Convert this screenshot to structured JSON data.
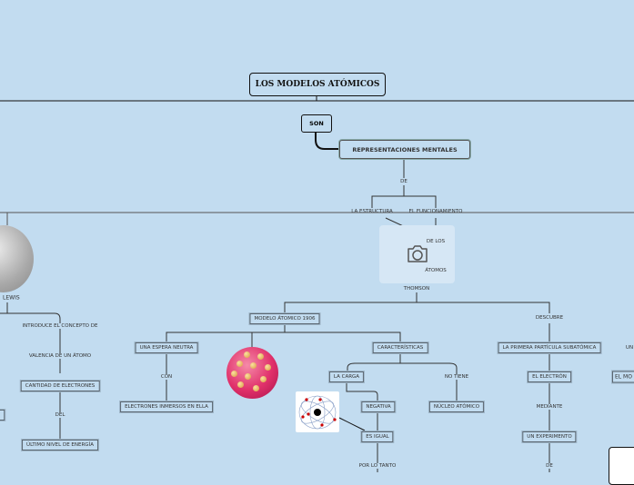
{
  "title": "LOS MODELOS ATÓMICOS",
  "son": "SON",
  "representaciones": "REPRESENTACIONES MENTALES",
  "de": "DE",
  "estructura": "LA ESTRUCTURA",
  "funcionamiento": "EL FUNCIONAMIENTO",
  "de_los": "DE LOS",
  "atomos": "ÁTOMOS",
  "camera_icon": "camera-icon",
  "thomson": {
    "name": "THOMSON",
    "modelo": "MODELO ÁTOMICO 1906",
    "esfera": "UNA ESPERA NEUTRA",
    "con": "CON",
    "electrones": "ELECTRONES INMERSOS EN ELLA",
    "caracteristicas": "CARACTERÍSTICAS",
    "carga": "LA CARGA",
    "negativa": "NEGATIVA",
    "es_igual": "ES IGUAL",
    "por_lo_tanto": "POR LO TANTO",
    "no_tiene": "NO TIENE",
    "nucleo": "NÚCLEO ATÓMICO",
    "descubre": "DESCUBRE",
    "particula": "LA PRIMERA PARTÍCULA SUBATÓMICA",
    "electron": "EL ELECTRÓN",
    "mediante": "MEDIANTE",
    "experimento": "UN EXPERIMENTO",
    "de2": "DE"
  },
  "lewis": {
    "name": "LEWIS",
    "introduce": "INTRODUCE EL CONCEPTO DE",
    "valencia": "VALENCIA DE UN ÁTOMO",
    "cantidad": "CANTIDAD DE ELECTRONES",
    "del": "DEL",
    "ultimo": "ÚLTIMO NIVEL DE ENERGÍA",
    "partial_box": "S"
  },
  "right": {
    "un": "UN",
    "el_mo": "EL MO"
  }
}
